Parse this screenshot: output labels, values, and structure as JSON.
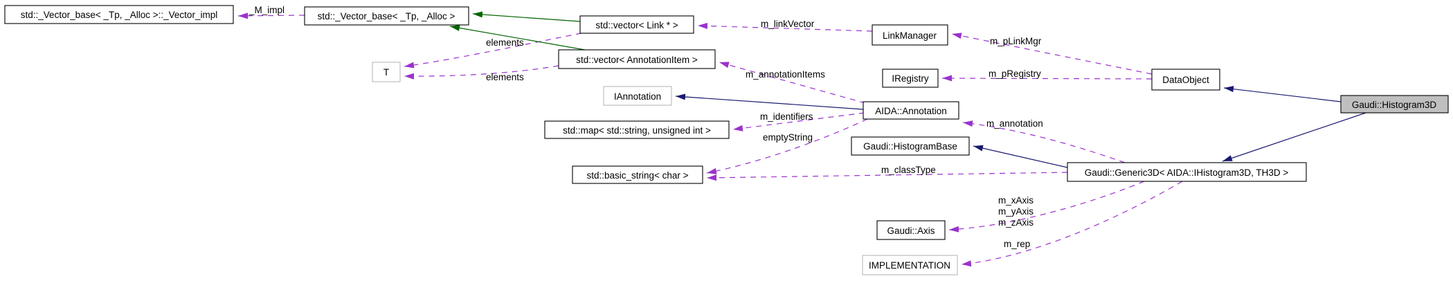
{
  "colors": {
    "usage_edge": "#9a32cd",
    "inheritance_edge": "#191970",
    "template_edge": "#006400",
    "node_border": "#000000",
    "undocumented_node_border": "#b9b9b9",
    "current_node_fill": "#bfbfbf",
    "background": "#ffffff"
  },
  "nodes": [
    {
      "id": "vector-impl",
      "label": "std::_Vector_base< _Tp, _Alloc >::_Vector_impl"
    },
    {
      "id": "vector-base",
      "label": "std::_Vector_base< _Tp, _Alloc >"
    },
    {
      "id": "vector-link",
      "label": "std::vector< Link * >"
    },
    {
      "id": "vector-annotationitem",
      "label": "std::vector< AnnotationItem >"
    },
    {
      "id": "t",
      "label": "T"
    },
    {
      "id": "iannotation",
      "label": "IAnnotation"
    },
    {
      "id": "link-manager",
      "label": "LinkManager"
    },
    {
      "id": "iregistry",
      "label": "IRegistry"
    },
    {
      "id": "data-object",
      "label": "DataObject"
    },
    {
      "id": "aida-annotation",
      "label": "AIDA::Annotation"
    },
    {
      "id": "std-map",
      "label": "std::map< std::string, unsigned int >"
    },
    {
      "id": "histogram-base",
      "label": "Gaudi::HistogramBase"
    },
    {
      "id": "basic-string",
      "label": "std::basic_string< char >"
    },
    {
      "id": "generic3d",
      "label": "Gaudi::Generic3D< AIDA::IHistogram3D, TH3D >"
    },
    {
      "id": "histogram3d",
      "label": "Gaudi::Histogram3D"
    },
    {
      "id": "axis",
      "label": "Gaudi::Axis"
    },
    {
      "id": "implementation",
      "label": "IMPLEMENTATION"
    }
  ],
  "edge_labels": [
    {
      "text": "_M_impl"
    },
    {
      "text": "elements"
    },
    {
      "text": "elements"
    },
    {
      "text": "m_linkVector"
    },
    {
      "text": "m_annotationItems"
    },
    {
      "text": "m_pLinkMgr"
    },
    {
      "text": "m_pRegistry"
    },
    {
      "text": "m_identifiers"
    },
    {
      "text": "emptyString"
    },
    {
      "text": "m_annotation"
    },
    {
      "text": "m_classType"
    },
    {
      "text": "m_xAxis"
    },
    {
      "text": "m_yAxis"
    },
    {
      "text": "m_zAxis"
    },
    {
      "text": "m_rep"
    }
  ]
}
